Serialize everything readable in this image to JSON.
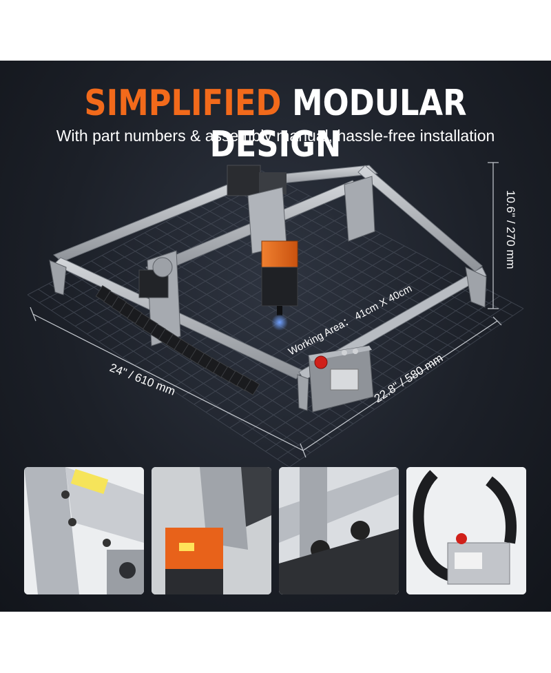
{
  "headline": {
    "accent": "SIMPLIFIED",
    "rest": "MODULAR DESIGN"
  },
  "subheadline": "With part numbers & assembly manual, hassle-free installation",
  "dimensions": {
    "width": "24\" / 610 mm",
    "depth": "22.8\" / 580 mm",
    "height": "10.6\" / 270 mm",
    "working_area": "Working Area： 41cm X 40cm"
  },
  "colors": {
    "accent": "#f26a1b",
    "background": "#1c2028",
    "laser_module": "#e8621a",
    "frame": "#a9adb3"
  },
  "thumbnails": [
    {
      "icon": "frame-corner-bracket"
    },
    {
      "icon": "laser-module-closeup"
    },
    {
      "icon": "belt-wheel-carriage"
    },
    {
      "icon": "control-box-with-cable-chain"
    }
  ]
}
